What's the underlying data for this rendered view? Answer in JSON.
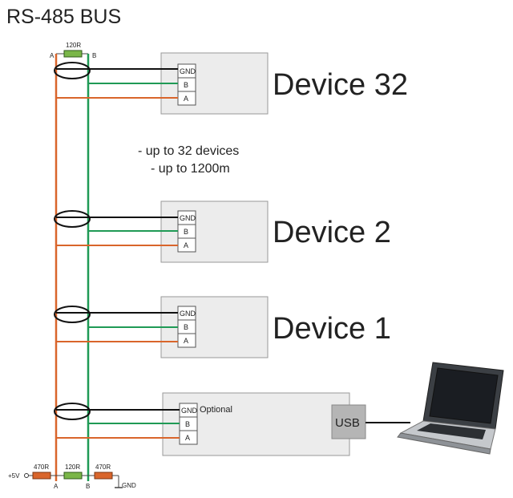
{
  "title": "RS-485 BUS",
  "terminator_top": {
    "resistor": "120R",
    "a_label": "A",
    "b_label": "B"
  },
  "notes": [
    "- up to 32 devices",
    "- up to 1200m"
  ],
  "devices": [
    {
      "name": "Device 32",
      "terminals": [
        "GND",
        "B",
        "A"
      ]
    },
    {
      "name": "Device 2",
      "terminals": [
        "GND",
        "B",
        "A"
      ]
    },
    {
      "name": "Device 1",
      "terminals": [
        "GND",
        "B",
        "A"
      ]
    }
  ],
  "optional_device": {
    "label": "Optional",
    "terminals": [
      "GND",
      "B",
      "A"
    ],
    "port": "USB"
  },
  "bias_network": {
    "supply": "+5V",
    "r1": "470R",
    "r2": "120R",
    "r3": "470R",
    "a_label": "A",
    "b_label": "B",
    "gnd_label": "GND"
  },
  "colors": {
    "line_a": "#d9652b",
    "line_b": "#1f9a55",
    "gnd": "#111111",
    "resistor": "#7ab648",
    "box": "#ececec"
  }
}
